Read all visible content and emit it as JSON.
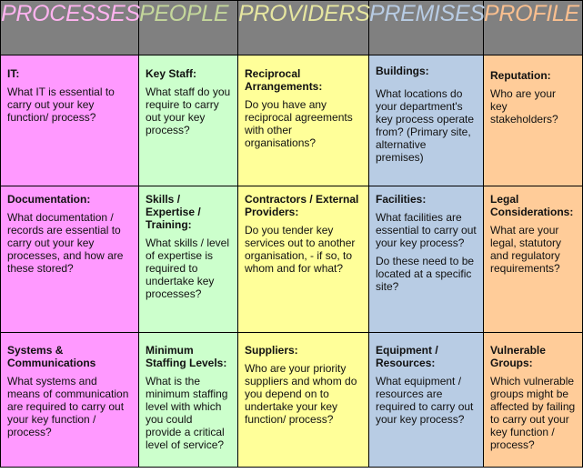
{
  "columns": [
    {
      "label": "PROCESSES",
      "header_text_color": "#ffb3f0",
      "cell_color": "#ff99ff"
    },
    {
      "label": "PEOPLE",
      "header_text_color": "#c4d79b",
      "cell_color": "#ccffcc"
    },
    {
      "label": "PROVIDERS",
      "header_text_color": "#e6e6a0",
      "cell_color": "#ffff99"
    },
    {
      "label": "PREMISES",
      "header_text_color": "#b8cce4",
      "cell_color": "#b8cce4"
    },
    {
      "label": "PROFILE",
      "header_text_color": "#fabf8f",
      "cell_color": "#ffcc99"
    }
  ],
  "rows": [
    [
      {
        "title": "IT:",
        "text": [
          "What IT is essential to carry out your key function/ process?"
        ]
      },
      {
        "title": "Key Staff:",
        "text": [
          "What staff do you require to carry out your key process?"
        ]
      },
      {
        "title": "Reciprocal Arrangements:",
        "text": [
          "Do you have any reciprocal agreements with other organisations?"
        ]
      },
      {
        "title": "Buildings:",
        "text": [
          "What locations do your department's key process operate from? (Primary site, alternative premises)"
        ]
      },
      {
        "title": "Reputation:",
        "text": [
          "Who are your key stakeholders?"
        ]
      }
    ],
    [
      {
        "title": "Documentation:",
        "text": [
          "What documentation / records are essential to carry out your key processes, and how are these stored?"
        ]
      },
      {
        "title": "Skills / Expertise / Training:",
        "text": [
          "What skills / level of expertise is required to undertake key processes?"
        ]
      },
      {
        "title": "Contractors / External Providers:",
        "text": [
          "Do you tender key services out to another organisation, - if so, to whom and for what?"
        ]
      },
      {
        "title": "Facilities:",
        "text": [
          "What facilities are essential to carry out your key process?",
          "Do these need to be located at a specific site?"
        ]
      },
      {
        "title": "Legal Considerations:",
        "text": [
          "What are your legal, statutory and regulatory requirements?"
        ]
      }
    ],
    [
      {
        "title": "Systems & Communications",
        "text": [
          "What systems and means of communication are required to carry out your key function / process?"
        ]
      },
      {
        "title": "Minimum Staffing Levels:",
        "text": [
          "What is the minimum staffing level with which you could provide a critical level of service?"
        ]
      },
      {
        "title": "Suppliers:",
        "text": [
          "Who are your priority suppliers and whom do you depend on to undertake your key function/ process?"
        ]
      },
      {
        "title": "Equipment / Resources:",
        "text": [
          "What equipment / resources are required to carry out your key process?"
        ]
      },
      {
        "title": "Vulnerable Groups:",
        "text": [
          "Which vulnerable groups might be affected by failing to carry out your key function / process?"
        ]
      }
    ]
  ]
}
